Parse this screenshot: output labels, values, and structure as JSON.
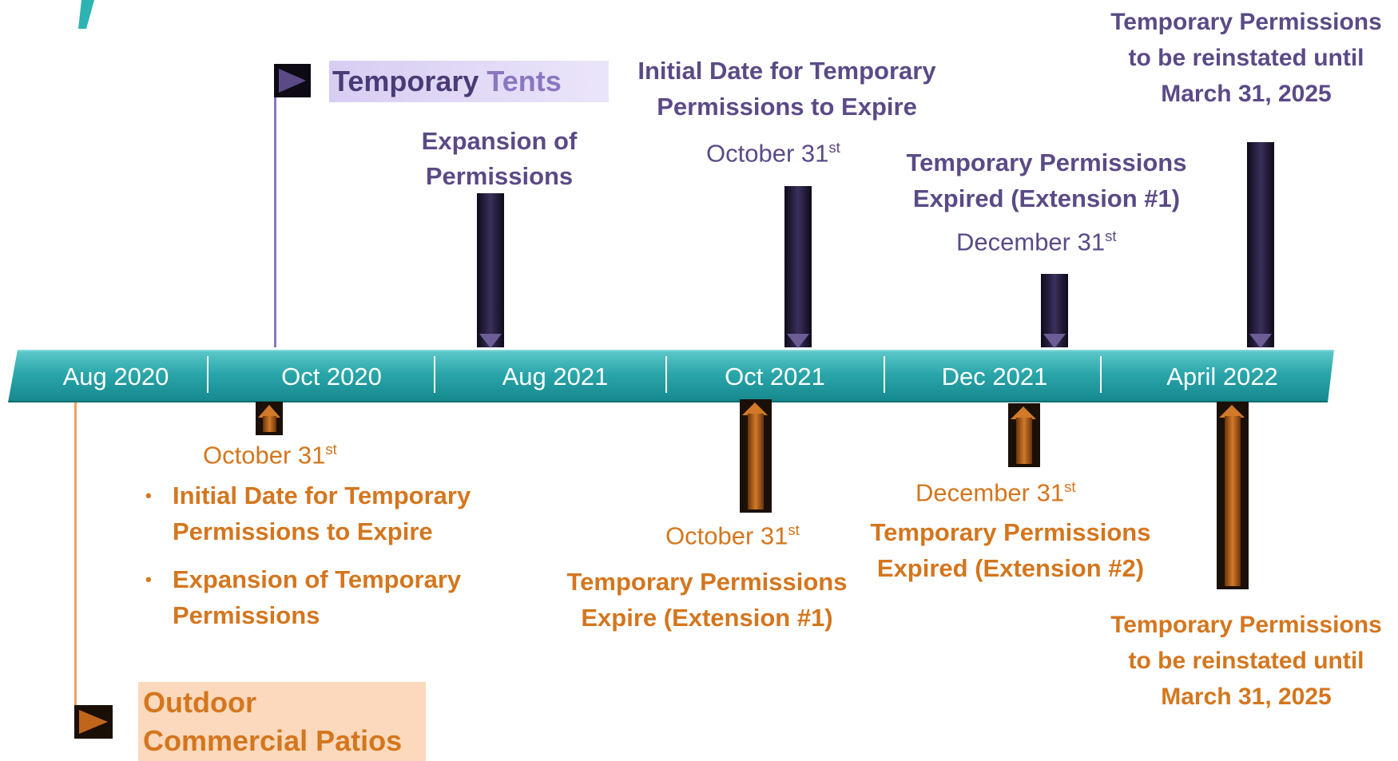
{
  "timeline": {
    "segments": [
      "Aug 2020",
      "Oct 2020",
      "Aug 2021",
      "Oct 2021",
      "Dec 2021",
      "April 2022"
    ]
  },
  "legend": {
    "tents_word1": "Temporary",
    "tents_word2": " Tents",
    "patios_line1": "Outdoor",
    "patios_line2": "Commercial Patios"
  },
  "tents_events": {
    "expansion": {
      "line1": "Expansion of",
      "line2": "Permissions"
    },
    "initial_expire": {
      "line1": "Initial Date for Temporary",
      "line2": "Permissions to Expire",
      "date": "October 31",
      "date_sup": "st"
    },
    "expired_ext1": {
      "line1": "Temporary Permissions",
      "line2": "Expired (Extension #1)",
      "date": "December 31",
      "date_sup": "st"
    },
    "reinstated": {
      "line1": "Temporary Permissions",
      "line2": "to be reinstated until",
      "line3": "March 31, 2025"
    }
  },
  "patio_events": {
    "oct2020": {
      "date": "October 31",
      "date_sup": "st",
      "bullets": [
        {
          "line1": "Initial Date for Temporary",
          "line2": "Permissions to Expire"
        },
        {
          "line1": "Expansion of Temporary",
          "line2": "Permissions"
        }
      ]
    },
    "oct2021": {
      "date": "October 31",
      "date_sup": "st",
      "line1": "Temporary Permissions",
      "line2": "Expire (Extension #1)"
    },
    "dec2021": {
      "date": "December 31",
      "date_sup": "st",
      "line1": "Temporary Permissions",
      "line2": "Expired (Extension #2)"
    },
    "reinstated": {
      "line1": "Temporary Permissions",
      "line2": "to be reinstated until",
      "line3": "March 31, 2025"
    }
  },
  "colors": {
    "tents": "#5b4a86",
    "patios": "#d4761e",
    "band": "#2aa6aa"
  },
  "icons": [
    "flag-icon"
  ]
}
